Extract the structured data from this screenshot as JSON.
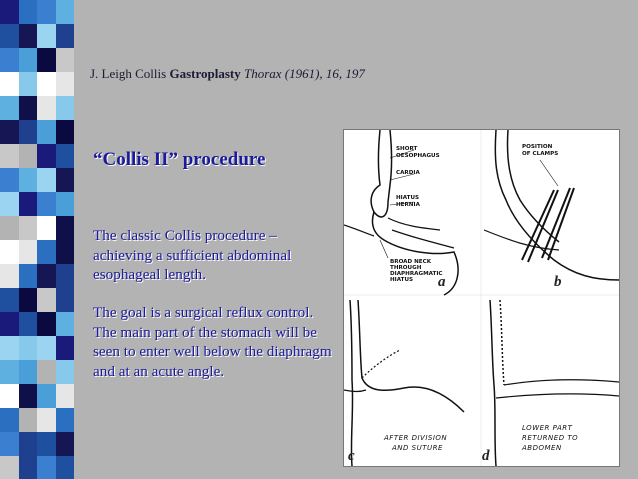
{
  "decor": {
    "mosaic_colors": [
      "#1a1a7a",
      "#4a9fd8",
      "#e6e6e6",
      "#1f4f9f",
      "#b3b3b3",
      "#2a6fc0",
      "#0a0a40",
      "#87c9ea",
      "#3a7fd0",
      "#c8c8c8",
      "#161655",
      "#5eb0e0",
      "#ffffff",
      "#1f3f8f",
      "#9ad4f0",
      "#0f0f4a"
    ]
  },
  "citation": {
    "author": "J. Leigh Collis",
    "title": "Gastroplasty",
    "journal": "Thorax (1961), 16, 197"
  },
  "heading": "“Collis II” procedure",
  "paragraphs": [
    "The classic Collis procedure – achieving a sufficient abdominal esophageal length.",
    "The goal is a surgical reflux control. The main part of the stomach will be seen to enter well below the diaphragm and at an acute angle."
  ],
  "figure": {
    "panels": [
      "a",
      "b",
      "c",
      "d"
    ],
    "labels_a": [
      "SHORT",
      "OESOPHAGUS",
      "CARDIA",
      "HIATUS",
      "HERNIA",
      "BROAD NECK",
      "THROUGH",
      "DIAPHRAGMATIC",
      "HIATUS"
    ],
    "labels_b": [
      "POSITION",
      "OF CLAMPS"
    ],
    "labels_c": [
      "AFTER DIVISION",
      "AND SUTURE"
    ],
    "labels_d": [
      "LOWER PART",
      "RETURNED TO",
      "ABDOMEN"
    ]
  }
}
